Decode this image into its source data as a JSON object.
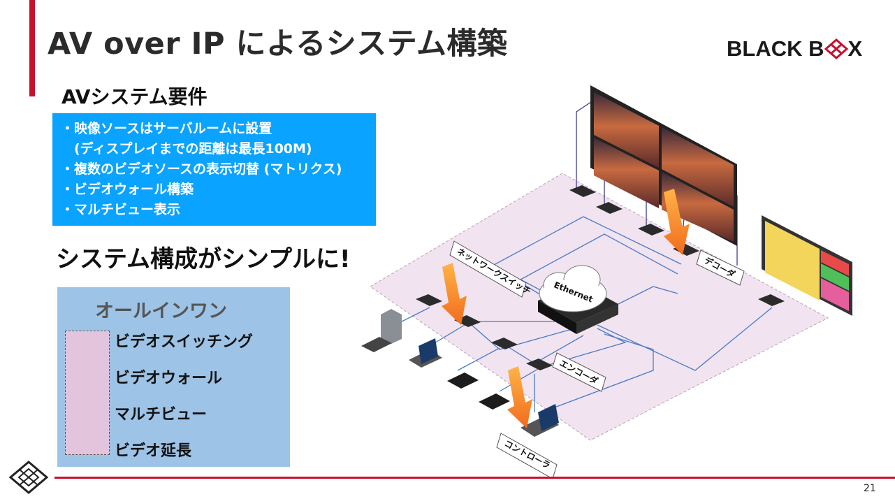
{
  "slide": {
    "title": "AV over IP によるシステム構築",
    "page_number": "21"
  },
  "logo": {
    "text_left": "BLACK B",
    "text_right": "X",
    "icon": "diamond-x-icon"
  },
  "requirements": {
    "heading": "AVシステム要件",
    "lines": [
      "・映像ソースはサーバルームに設置",
      "　(ディスプレイまでの距離は最長100M)",
      "・複数のビデオソースの表示切替 (マトリクス)",
      "・ビデオウォール構築",
      "・マルチビュー表示"
    ]
  },
  "simple_heading": "システム構成がシンプルに!",
  "all_in_one": {
    "title": "オールインワン",
    "items": [
      "ビデオスイッチング",
      "ビデオウォール",
      "マルチビュー",
      "ビデオ延長"
    ]
  },
  "diagram": {
    "labels": {
      "switch": "ネットワークスイッチ",
      "ethernet": "Ethernet",
      "decoder": "デコーダ",
      "encoder": "エンコーダ",
      "controller": "コントローラ"
    }
  },
  "colors": {
    "accent_red": "#c8102e",
    "req_blue": "#0aa3ff",
    "aio_blue": "#9dc3e6",
    "aio_pink": "#e2c4dc",
    "arrow_orange": "#f58220"
  }
}
